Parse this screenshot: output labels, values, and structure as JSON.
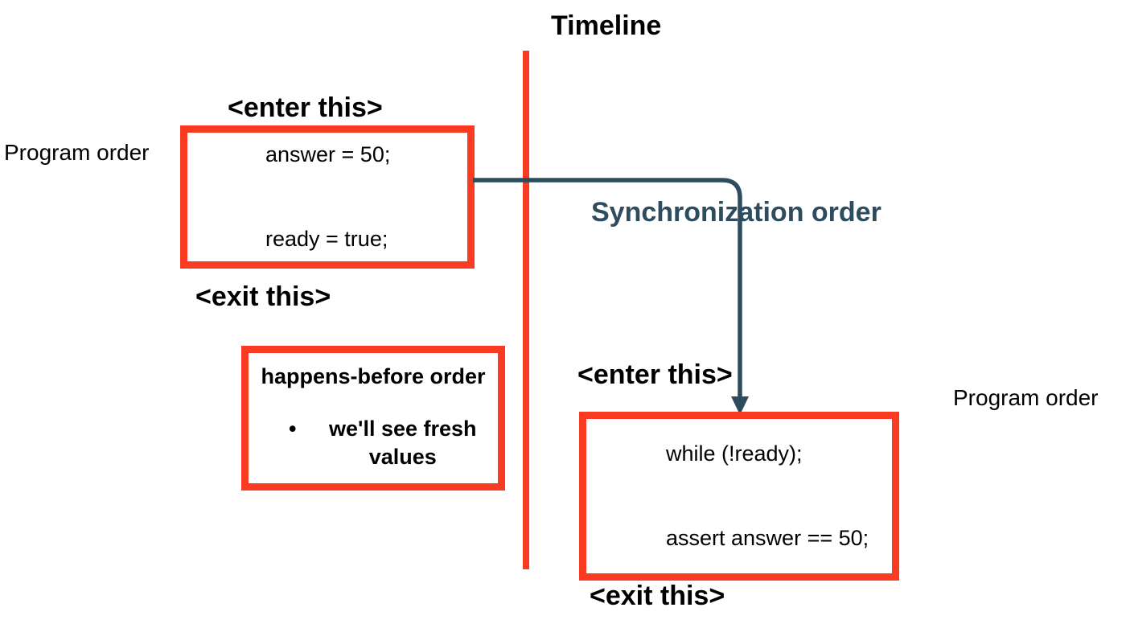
{
  "title": "Timeline",
  "colors": {
    "box_border_red": "#f93b22",
    "timeline_red": "#f93b22",
    "sync_slate": "#2d4c5e",
    "text_black": "#000000",
    "background": "#ffffff"
  },
  "left_thread": {
    "program_order_label": "Program order",
    "enter_label": "<enter this>",
    "exit_label": "<exit this>",
    "code_lines": [
      "answer = 50;",
      "ready = true;"
    ]
  },
  "happens_before": {
    "heading": "happens-before order",
    "bullet": "•",
    "bullet_lines": [
      "we'll see fresh",
      "values"
    ]
  },
  "sync": {
    "label": "Synchronization order"
  },
  "right_thread": {
    "program_order_label": "Program order",
    "enter_label": "<enter this>",
    "exit_label": "<exit this>",
    "code_lines": [
      "while (!ready);",
      "assert answer == 50;"
    ]
  }
}
